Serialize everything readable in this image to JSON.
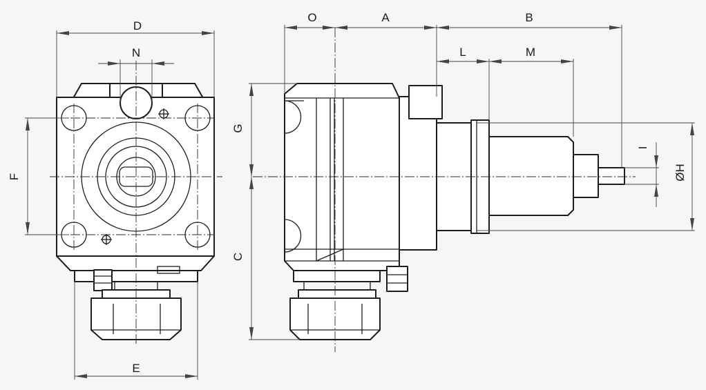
{
  "dimensions": {
    "D": "D",
    "N": "N",
    "F": "F",
    "E": "E",
    "O": "O",
    "A": "A",
    "B": "B",
    "L": "L",
    "M": "M",
    "G": "G",
    "C": "C",
    "I": "I",
    "H": "ØH"
  }
}
